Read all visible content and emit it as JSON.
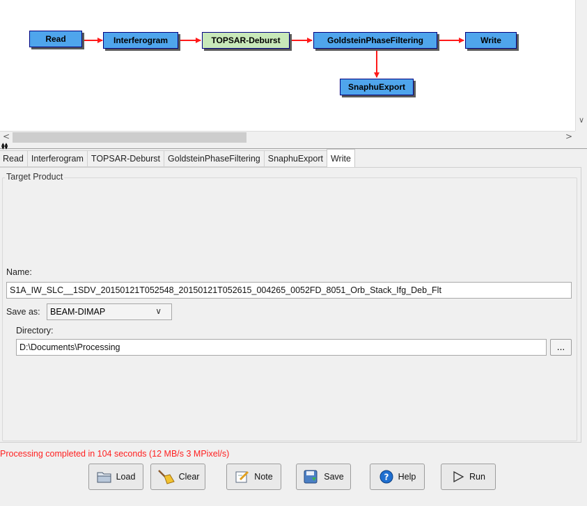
{
  "graph": {
    "nodes": {
      "read": "Read",
      "interferogram": "Interferogram",
      "deburst": "TOPSAR-Deburst",
      "goldstein": "GoldsteinPhaseFiltering",
      "write": "Write",
      "snaphu": "SnaphuExport"
    }
  },
  "tabs": [
    {
      "label": "Read"
    },
    {
      "label": "Interferogram"
    },
    {
      "label": "TOPSAR-Deburst"
    },
    {
      "label": "GoldsteinPhaseFiltering"
    },
    {
      "label": "SnaphuExport"
    },
    {
      "label": "Write",
      "active": true
    }
  ],
  "target": {
    "legend": "Target Product",
    "name_label": "Name:",
    "name_value": "S1A_IW_SLC__1SDV_20150121T052548_20150121T052615_004265_0052FD_8051_Orb_Stack_Ifg_Deb_Flt",
    "save_as_label": "Save as:",
    "save_as_value": "BEAM-DIMAP",
    "directory_label": "Directory:",
    "directory_value": "D:\\Documents\\Processing",
    "browse_label": "..."
  },
  "status": "Processing completed in 104 seconds (12 MB/s 3 MPixel/s)",
  "buttons": {
    "load": "Load",
    "clear": "Clear",
    "note": "Note",
    "save": "Save",
    "help": "Help",
    "run": "Run"
  },
  "colors": {
    "node_blue": "#4fa5ec",
    "node_selected": "#c8e8b9",
    "arrow": "#ff1a1a",
    "status": "#ff2020"
  }
}
